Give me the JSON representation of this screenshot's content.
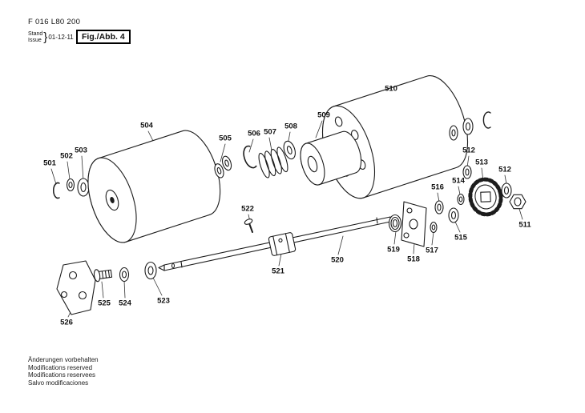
{
  "header": {
    "part_number": "F 016 L80 200",
    "stand_label": "Stand",
    "issue_label": "Issue",
    "brace": "}",
    "date": "01-12-11",
    "figure_label": "Fig./Abb. 4"
  },
  "footer": {
    "lines": [
      "Änderungen vorbehalten",
      "Modifications reserved",
      "Modifications reservees",
      "Salvo modificaciones"
    ]
  },
  "parts": [
    {
      "number": "501"
    },
    {
      "number": "502"
    },
    {
      "number": "503"
    },
    {
      "number": "504"
    },
    {
      "number": "505"
    },
    {
      "number": "506"
    },
    {
      "number": "507"
    },
    {
      "number": "508"
    },
    {
      "number": "509"
    },
    {
      "number": "510"
    },
    {
      "number": "511"
    },
    {
      "number": "512"
    },
    {
      "number": "513"
    },
    {
      "number": "512"
    },
    {
      "number": "514"
    },
    {
      "number": "515"
    },
    {
      "number": "516"
    },
    {
      "number": "517"
    },
    {
      "number": "518"
    },
    {
      "number": "519"
    },
    {
      "number": "520"
    },
    {
      "number": "521"
    },
    {
      "number": "522"
    },
    {
      "number": "523"
    },
    {
      "number": "524"
    },
    {
      "number": "525"
    },
    {
      "number": "526"
    }
  ]
}
